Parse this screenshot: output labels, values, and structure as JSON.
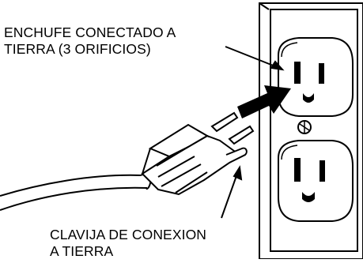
{
  "diagram": {
    "outlet_label": {
      "line1": "ENCHUFE CONECTADO A",
      "line2": "TIERRA (3 ORIFICIOS)"
    },
    "pin_label": {
      "line1": "CLAVIJA DE CONEXION",
      "line2": "A TIERRA"
    }
  }
}
